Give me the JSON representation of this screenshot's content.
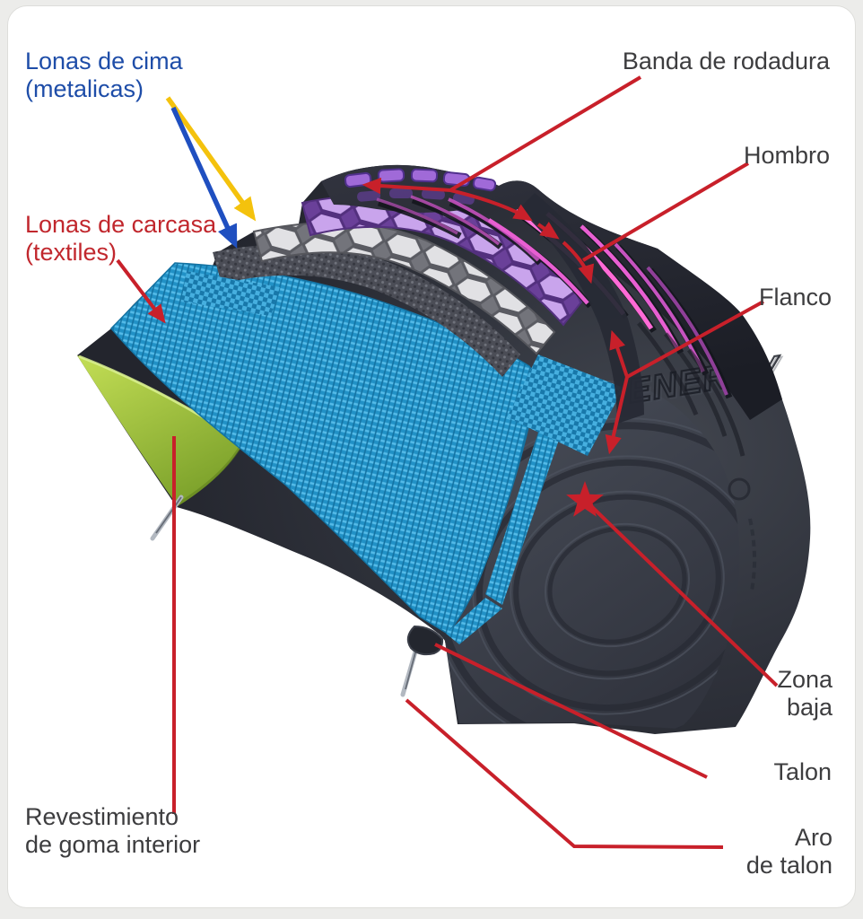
{
  "canvas": {
    "background": "#ececea",
    "card_background": "#ffffff"
  },
  "labels": {
    "lonas_de_cima": {
      "line1": "Lonas de cima",
      "line2": "(metalicas)",
      "color": "#1e4da8"
    },
    "banda_de_rodadura": {
      "text": "Banda de rodadura",
      "color": "#3d3d3f"
    },
    "hombro": {
      "text": "Hombro",
      "color": "#3d3d3f"
    },
    "lonas_de_carcasa": {
      "line1": "Lonas de carcasa",
      "line2": "(textiles)",
      "color": "#c1272d"
    },
    "flanco": {
      "text": "Flanco",
      "color": "#3d3d3f"
    },
    "zona_baja": {
      "line1": "Zona",
      "line2": "baja",
      "color": "#3d3d3f"
    },
    "talon": {
      "text": "Talon",
      "color": "#3d3d3f"
    },
    "aro_de_talon": {
      "line1": "Aro",
      "line2": "de talon",
      "color": "#3d3d3f"
    },
    "revestimiento": {
      "line1": "Revestimiento",
      "line2": "de goma interior",
      "color": "#3d3d3f"
    }
  },
  "watermark": {
    "text": "ENERGY"
  },
  "annotation_colors": {
    "leader_red": "#c8202a",
    "metal_ply_arrow_yellow": "#f4c20d",
    "metal_ply_arrow_blue": "#1f4fc0"
  },
  "layer_colors": {
    "inner_liner_green": "#9dc53a",
    "carcass_blue": "#2396cc",
    "fabric_dark": "#4a4c55",
    "steel_belt_gray": "#d9d9dc",
    "steel_belt_purple": "#7a4fb3",
    "tread_dark": "#262833",
    "tread_groove_pink": "#e35ad0",
    "sidewall": "#2b2e37"
  }
}
